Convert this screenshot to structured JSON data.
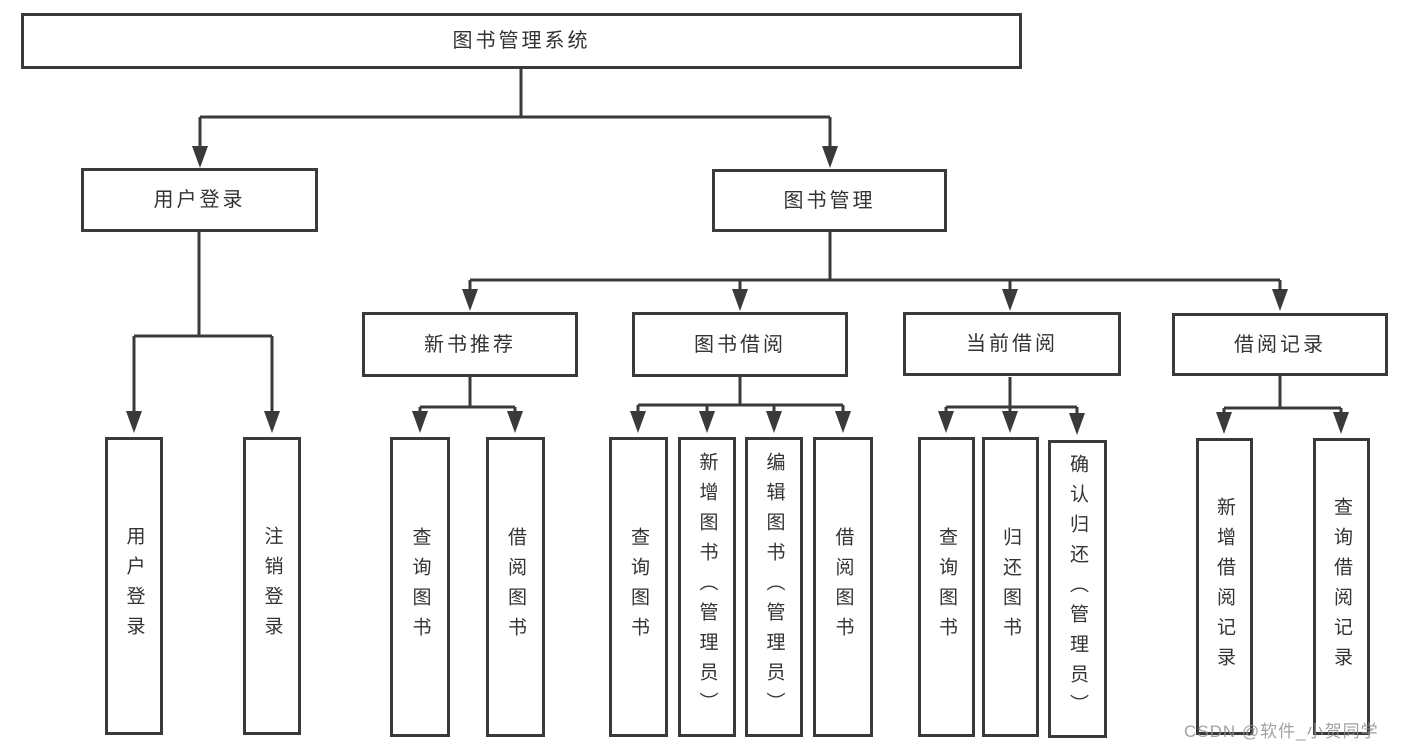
{
  "colors": {
    "line": "#3a3a3a",
    "text": "#333333",
    "background": "#ffffff",
    "watermark": "#919191"
  },
  "watermark": {
    "text": "CSDN @软件_小贺同学"
  },
  "diagram": {
    "root": "图书管理系统",
    "user_login": {
      "label": "用户登录",
      "children": {
        "login": "用户登录",
        "logout": "注销登录"
      }
    },
    "book_mgmt": {
      "label": "图书管理",
      "new_book_rec": {
        "label": "新书推荐",
        "children": {
          "query_books": "查询图书",
          "borrow_books": "借阅图书"
        }
      },
      "book_borrow": {
        "label": "图书借阅",
        "children": {
          "query_books": "查询图书",
          "add_books": "新增图书（管理员）",
          "edit_books": "编辑图书（管理员）",
          "borrow_books": "借阅图书"
        }
      },
      "current_borrow": {
        "label": "当前借阅",
        "children": {
          "query_books": "查询图书",
          "return_books": "归还图书",
          "confirm_return": "确认归还（管理员）"
        }
      },
      "borrow_records": {
        "label": "借阅记录",
        "children": {
          "add_record": "新增借阅记录",
          "query_record": "查询借阅记录"
        }
      }
    }
  }
}
